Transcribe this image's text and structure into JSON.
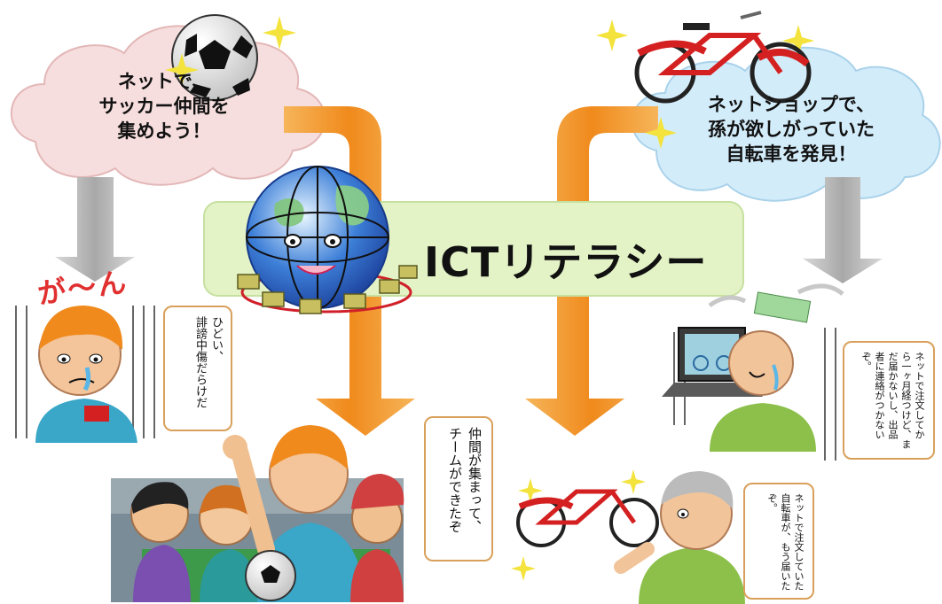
{
  "center": {
    "label": "ICTリテラシー"
  },
  "left": {
    "cloud_text": "ネットで、\nサッカー仲間を\n集めよう！",
    "bad_exclaim": "が〜ん",
    "bad_speech": "ひどい、\n誹謗中傷だらけだ",
    "good_speech": "仲間が集まって、\nチームができたぞ"
  },
  "right": {
    "cloud_text": "ネットショップで、\n孫が欲しがっていた\n自転車を発見！",
    "bad_speech": "ネットで注文してか\nら一ヶ月経つけど、ま\nだ届かないし、出品\n者に連絡がつかない\nぞ。",
    "good_speech": "ネットで注文していた\n自転車が、もう届いた\nぞ。"
  },
  "colors": {
    "arrow_orange": "#f29a2e",
    "arrow_gray": "#b5b5b5",
    "banner_green": "#e3f3c6",
    "cloud_pink": "#f7dede",
    "cloud_blue": "#d3ecfa",
    "bubble_border": "#d9a05b"
  }
}
